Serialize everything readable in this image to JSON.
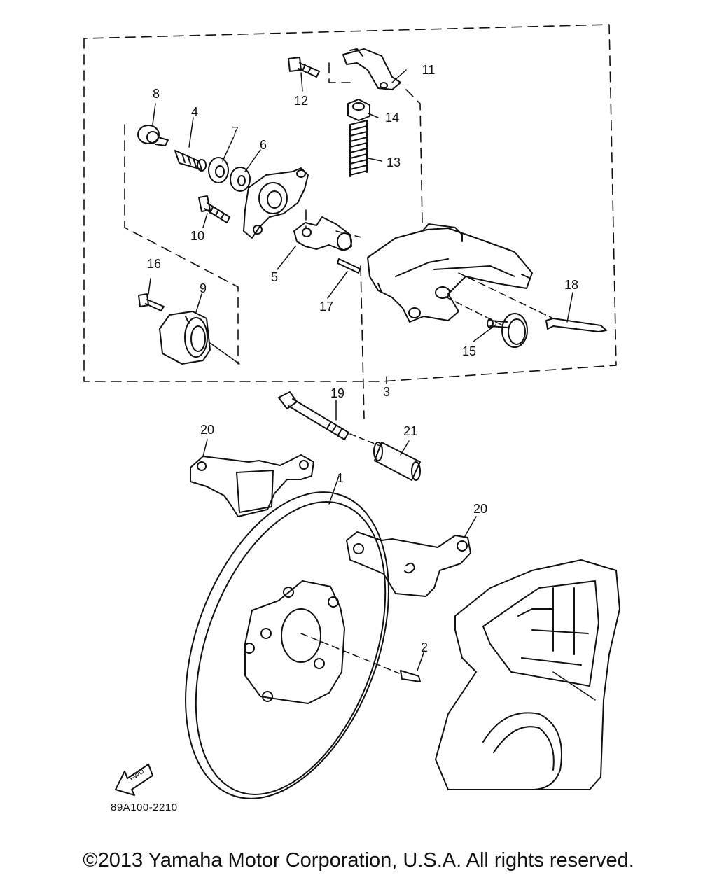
{
  "diagram": {
    "part_numbers": [
      "1",
      "2",
      "3",
      "4",
      "5",
      "6",
      "7",
      "8",
      "9",
      "10",
      "11",
      "12",
      "13",
      "14",
      "15",
      "16",
      "17",
      "18",
      "19",
      "20",
      "20",
      "21"
    ],
    "drawing_code": "89A100-2210",
    "fwd_marker": "FWD",
    "copyright": "©2013 Yamaha Motor Corporation, U.S.A. All rights reserved."
  },
  "colors": {
    "line": "#111111",
    "background": "#ffffff"
  }
}
